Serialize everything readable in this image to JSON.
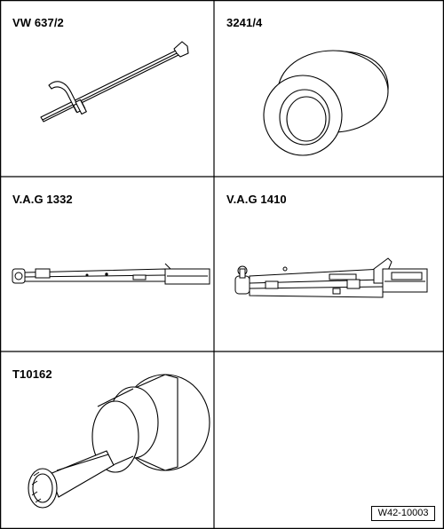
{
  "tools": [
    {
      "label": "VW 637/2",
      "icon": "lever-tool-icon"
    },
    {
      "label": "3241/4",
      "icon": "sleeve-icon"
    },
    {
      "label": "V.A.G 1332",
      "icon": "torque-wrench-icon"
    },
    {
      "label": "V.A.G 1410",
      "icon": "torque-wrench-icon"
    },
    {
      "label": "T10162",
      "icon": "splined-socket-icon"
    }
  ],
  "figure_ref": "W42-10003"
}
